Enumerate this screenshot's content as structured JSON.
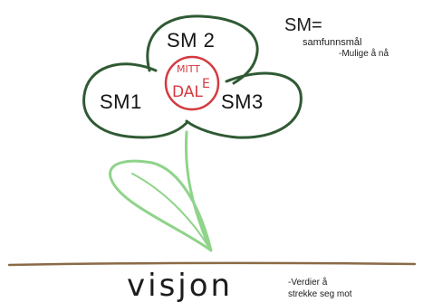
{
  "flower": {
    "petals": {
      "top": "SM 2",
      "left": "SM1",
      "right": "SM3"
    },
    "center": {
      "line1": "MITT",
      "line2": "DAL",
      "line3": "E"
    }
  },
  "legend": {
    "title": "SM=",
    "line1": "samfunnsmål",
    "line2": "-Mulige å nå"
  },
  "ground": {
    "label": "visjon",
    "note_line1": "-Verdier å",
    "note_line2": "strekke seg mot"
  },
  "colors": {
    "petal_outline": "#2f5a33",
    "center_circle": "#d43a3f",
    "stem": "#8fd48a",
    "ground_line": "#8a6a47",
    "ink": "#1c1c1c"
  }
}
